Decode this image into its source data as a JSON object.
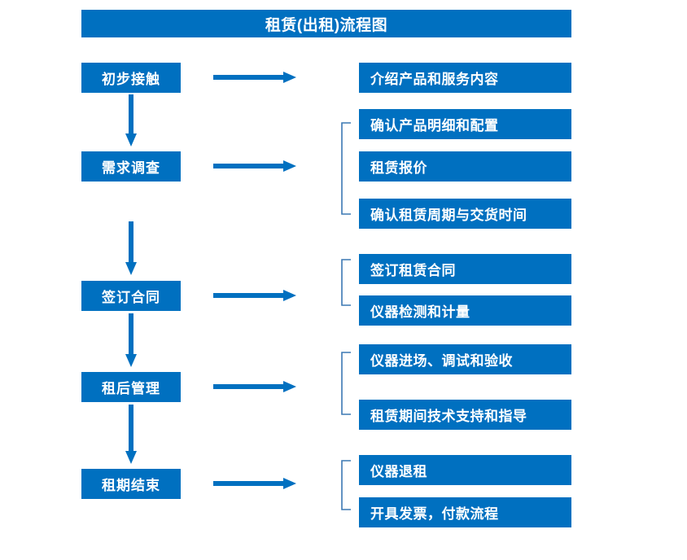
{
  "diagram": {
    "title": "租赁(出租)流程图",
    "accent_color": "#0070C0",
    "bracket_color": "#3C78B4",
    "text_color": "#FFFFFF",
    "background_color": "#FFFFFF",
    "stages": [
      {
        "id": "stage-1",
        "label": "初步接触"
      },
      {
        "id": "stage-2",
        "label": "需求调查"
      },
      {
        "id": "stage-3",
        "label": "签订合同"
      },
      {
        "id": "stage-4",
        "label": "租后管理"
      },
      {
        "id": "stage-5",
        "label": "租期结束"
      }
    ],
    "tasks": [
      {
        "id": "task-1-1",
        "label": "介绍产品和服务内容"
      },
      {
        "id": "task-2-1",
        "label": "确认产品明细和配置"
      },
      {
        "id": "task-2-2",
        "label": "租赁报价"
      },
      {
        "id": "task-2-3",
        "label": "确认租赁周期与交货时间"
      },
      {
        "id": "task-3-1",
        "label": "签订租赁合同"
      },
      {
        "id": "task-3-2",
        "label": "仪器检测和计量"
      },
      {
        "id": "task-4-1",
        "label": "仪器进场、调试和验收"
      },
      {
        "id": "task-4-2",
        "label": "租赁期间技术支持和指导"
      },
      {
        "id": "task-5-1",
        "label": "仪器退租"
      },
      {
        "id": "task-5-2",
        "label": "开具发票，付款流程"
      }
    ],
    "connector_labels": {
      "down_arrow": "向下流程箭头",
      "right_arrow": "向右展开箭头",
      "bracket": "分组括号"
    }
  }
}
